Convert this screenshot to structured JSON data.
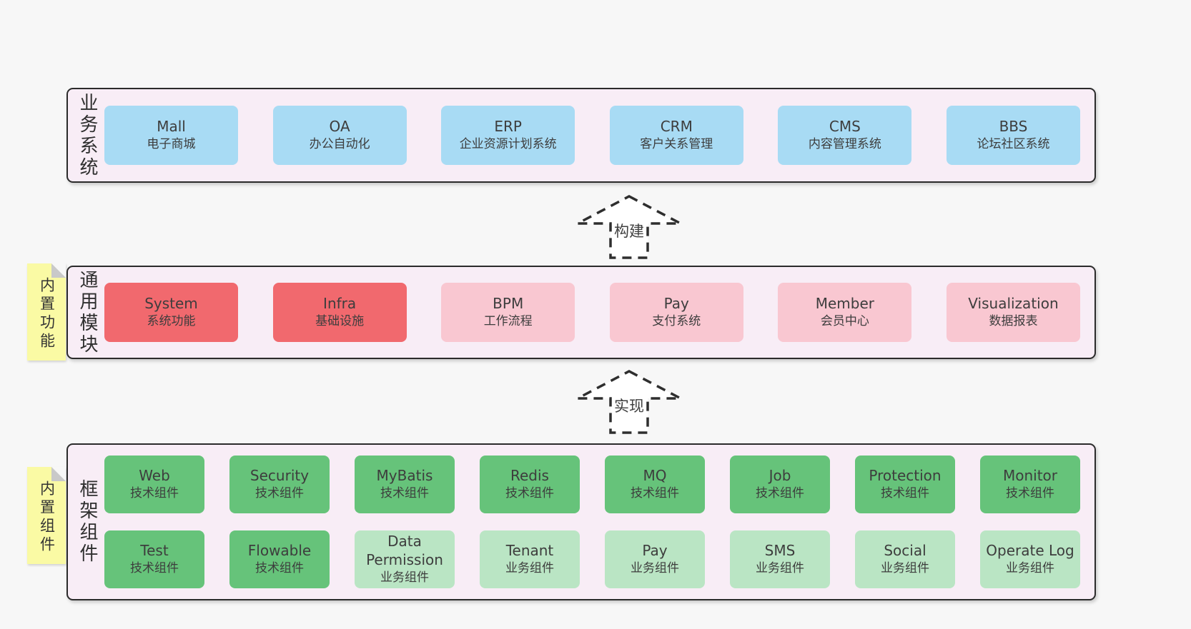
{
  "colors": {
    "pageBg": "#f7f7f7",
    "bandBg": "#f8edf6",
    "bandBorder": "#2b2b2b",
    "blue": "#a8dbf4",
    "red": "#f1696e",
    "pink": "#f9c7d1",
    "green": "#66c37a",
    "lightGreen": "#bae5c4",
    "stickyYellow": "#fafaa4",
    "stickyFold": "#c9c9c9",
    "text": "#3d3d3d"
  },
  "arrows": [
    {
      "label": "构建"
    },
    {
      "label": "实现"
    }
  ],
  "bands": [
    {
      "label": "业务系统",
      "rows": [
        [
          {
            "name": "Mall",
            "subtitle": "电子商城",
            "variant": "blue"
          },
          {
            "name": "OA",
            "subtitle": "办公自动化",
            "variant": "blue"
          },
          {
            "name": "ERP",
            "subtitle": "企业资源计划系统",
            "variant": "blue"
          },
          {
            "name": "CRM",
            "subtitle": "客户关系管理",
            "variant": "blue"
          },
          {
            "name": "CMS",
            "subtitle": "内容管理系统",
            "variant": "blue"
          },
          {
            "name": "BBS",
            "subtitle": "论坛社区系统",
            "variant": "blue"
          }
        ]
      ]
    },
    {
      "label": "通用模块",
      "sticky": "内置功能",
      "rows": [
        [
          {
            "name": "System",
            "subtitle": "系统功能",
            "variant": "red"
          },
          {
            "name": "Infra",
            "subtitle": "基础设施",
            "variant": "red"
          },
          {
            "name": "BPM",
            "subtitle": "工作流程",
            "variant": "pink"
          },
          {
            "name": "Pay",
            "subtitle": "支付系统",
            "variant": "pink"
          },
          {
            "name": "Member",
            "subtitle": "会员中心",
            "variant": "pink"
          },
          {
            "name": "Visualization",
            "subtitle": "数据报表",
            "variant": "pink"
          }
        ]
      ]
    },
    {
      "label": "框架组件",
      "sticky": "内置组件",
      "rows": [
        [
          {
            "name": "Web",
            "subtitle": "技术组件",
            "variant": "green"
          },
          {
            "name": "Security",
            "subtitle": "技术组件",
            "variant": "green"
          },
          {
            "name": "MyBatis",
            "subtitle": "技术组件",
            "variant": "green"
          },
          {
            "name": "Redis",
            "subtitle": "技术组件",
            "variant": "green"
          },
          {
            "name": "MQ",
            "subtitle": "技术组件",
            "variant": "green"
          },
          {
            "name": "Job",
            "subtitle": "技术组件",
            "variant": "green"
          },
          {
            "name": "Protection",
            "subtitle": "技术组件",
            "variant": "green"
          },
          {
            "name": "Monitor",
            "subtitle": "技术组件",
            "variant": "green"
          }
        ],
        [
          {
            "name": "Test",
            "subtitle": "技术组件",
            "variant": "green"
          },
          {
            "name": "Flowable",
            "subtitle": "技术组件",
            "variant": "green"
          },
          {
            "name": "Data Permission",
            "subtitle": "业务组件",
            "variant": "lightGreen"
          },
          {
            "name": "Tenant",
            "subtitle": "业务组件",
            "variant": "lightGreen"
          },
          {
            "name": "Pay",
            "subtitle": "业务组件",
            "variant": "lightGreen"
          },
          {
            "name": "SMS",
            "subtitle": "业务组件",
            "variant": "lightGreen"
          },
          {
            "name": "Social",
            "subtitle": "业务组件",
            "variant": "lightGreen"
          },
          {
            "name": "Operate Log",
            "subtitle": "业务组件",
            "variant": "lightGreen"
          }
        ]
      ]
    }
  ]
}
